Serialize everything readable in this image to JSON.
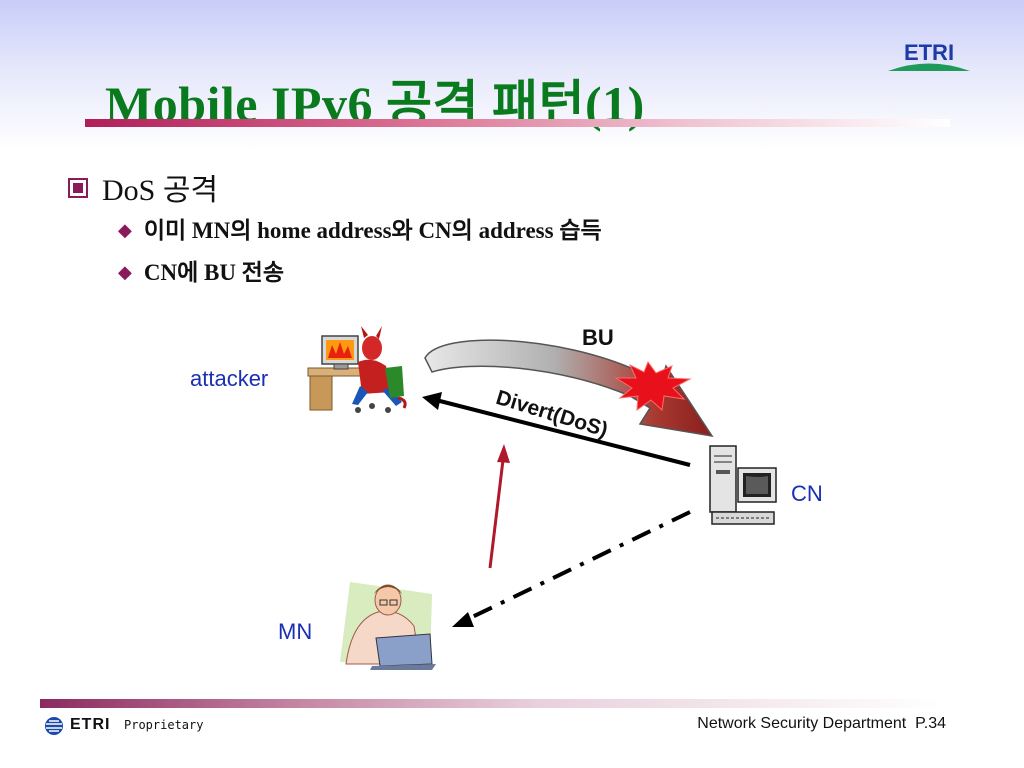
{
  "slide": {
    "title": "Mobile IPv6 공격 패턴(1)",
    "bullet": "DoS 공격",
    "sub_bullets": [
      "이미 MN의 home address와 CN의 address 습득",
      "CN에 BU 전송"
    ]
  },
  "diagram": {
    "attacker_label": "attacker",
    "cn_label": "CN",
    "mn_label": "MN",
    "bu_label": "BU",
    "divert_label": "Divert(DoS)"
  },
  "logo": {
    "text": "ETRI"
  },
  "footer": {
    "brand": "ETRI",
    "proprietary": "Proprietary",
    "department": "Network Security Department",
    "page": "P.34"
  },
  "colors": {
    "title": "#0a7a1e",
    "label": "#1a2fb4",
    "accent": "#8a1a5a",
    "arrow_red": "#b0182c"
  }
}
